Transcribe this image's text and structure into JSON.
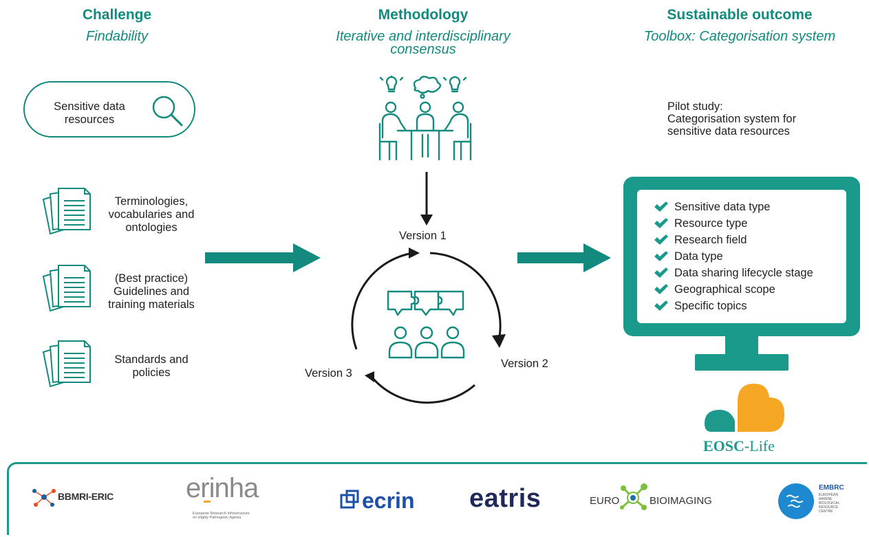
{
  "columns": {
    "challenge": {
      "title": "Challenge",
      "subtitle": "Findability"
    },
    "methodology": {
      "title": "Methodology",
      "subtitle_line1": "Iterative and interdisciplinary",
      "subtitle_line2": "consensus"
    },
    "outcome": {
      "title": "Sustainable outcome",
      "subtitle": "Toolbox: Categorisation system"
    }
  },
  "search_box": {
    "line1": "Sensitive data",
    "line2": "resources",
    "icon": "search-icon"
  },
  "documents": [
    {
      "lines": [
        "Terminologies,",
        "vocabularies and",
        "ontologies"
      ],
      "icon": "document-stack-icon"
    },
    {
      "lines": [
        "(Best practice)",
        "Guidelines and",
        "training materials"
      ],
      "icon": "document-stack-icon"
    },
    {
      "lines": [
        "Standards and",
        "policies"
      ],
      "icon": "document-stack-icon"
    }
  ],
  "cycle": {
    "version1": "Version 1",
    "version2": "Version 2",
    "version3": "Version 3"
  },
  "pilot": {
    "line1": "Pilot study:",
    "line2": "Categorisation system for",
    "line3": "sensitive data resources"
  },
  "checklist": [
    "Sensitive data type",
    "Resource type",
    "Research field",
    "Data type",
    "Data sharing lifecycle stage",
    "Geographical scope",
    "Specific topics"
  ],
  "eosc_logo": {
    "text_bold": "EOSC-",
    "text_light": "Life"
  },
  "partners": {
    "bbmri": "BBMRI-ERIC",
    "erinha": "erinha",
    "erinha_tagline_1": "European Research Infrastructure",
    "erinha_tagline_2": "on Highly Pathogenic Agents",
    "ecrin": "ecrin",
    "eatris": "eatris",
    "euro_bioimaging_1": "EURO",
    "euro_bioimaging_2": "BIOIMAGING",
    "embrc": "EMBRC",
    "embrc_lines": [
      "EUROPEAN",
      "MARINE",
      "BIOLOGICAL",
      "RESOURCE",
      "CENTRE"
    ]
  },
  "colors": {
    "teal": "#128a7d",
    "teal_light": "#1a9a8b",
    "orange": "#f5a623",
    "logo_teal": "#1d9a8c"
  }
}
